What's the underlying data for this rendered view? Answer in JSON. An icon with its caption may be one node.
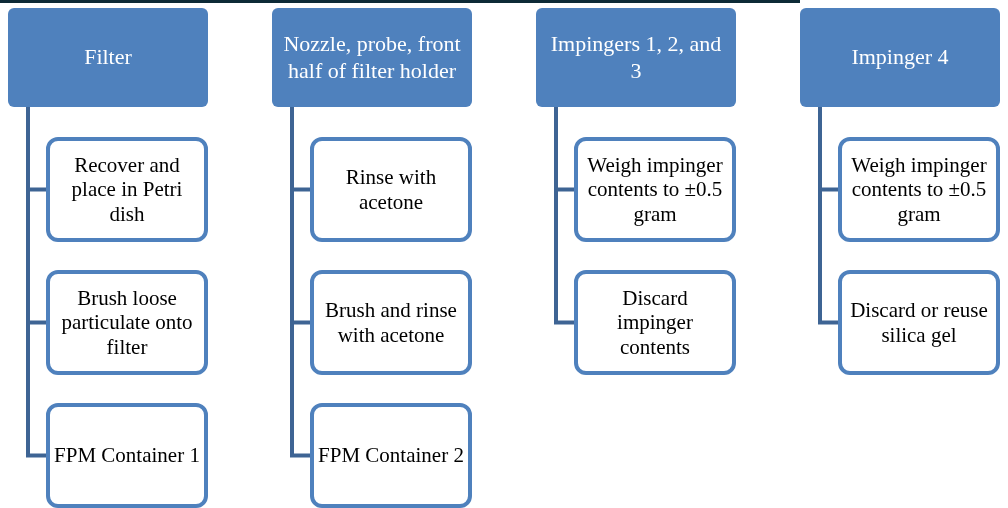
{
  "diagram": {
    "nodes": [
      {
        "text": [
          "Filter"
        ]
      },
      {
        "text": [
          "Recover and place in Petri dish"
        ]
      },
      {
        "text": [
          "Brush loose particulate onto filter"
        ]
      },
      {
        "text": [
          "FPM Container 1"
        ]
      },
      {
        "text": [
          "Nozzle, probe, front half of filter holder"
        ]
      },
      {
        "text": [
          "Rinse with acetone"
        ]
      },
      {
        "text": [
          "Brush and rinse with acetone"
        ]
      },
      {
        "text": [
          "FPM Container 2"
        ]
      },
      {
        "text": [
          "Impingers 1, 2, and 3"
        ]
      },
      {
        "text": [
          "Weigh impinger contents to ±0.5 gram"
        ]
      },
      {
        "text": [
          "Discard impinger contents"
        ]
      },
      {
        "text": [
          "Impinger 4"
        ]
      },
      {
        "text": [
          "Weigh impinger contents to ±0.5 gram"
        ]
      },
      {
        "text": [
          "Discard or reuse silica gel"
        ]
      }
    ],
    "edges": [
      {
        "from": 0,
        "to": 1,
        "arrow": "none"
      },
      {
        "from": 0,
        "to": 2,
        "arrow": "none"
      },
      {
        "from": 0,
        "to": 3,
        "arrow": "none"
      },
      {
        "from": 4,
        "to": 5,
        "arrow": "none"
      },
      {
        "from": 4,
        "to": 6,
        "arrow": "none"
      },
      {
        "from": 4,
        "to": 7,
        "arrow": "none"
      },
      {
        "from": 8,
        "to": 9,
        "arrow": "none"
      },
      {
        "from": 8,
        "to": 10,
        "arrow": "none"
      },
      {
        "from": 11,
        "to": 12,
        "arrow": "none"
      },
      {
        "from": 11,
        "to": 13,
        "arrow": "none"
      }
    ]
  }
}
